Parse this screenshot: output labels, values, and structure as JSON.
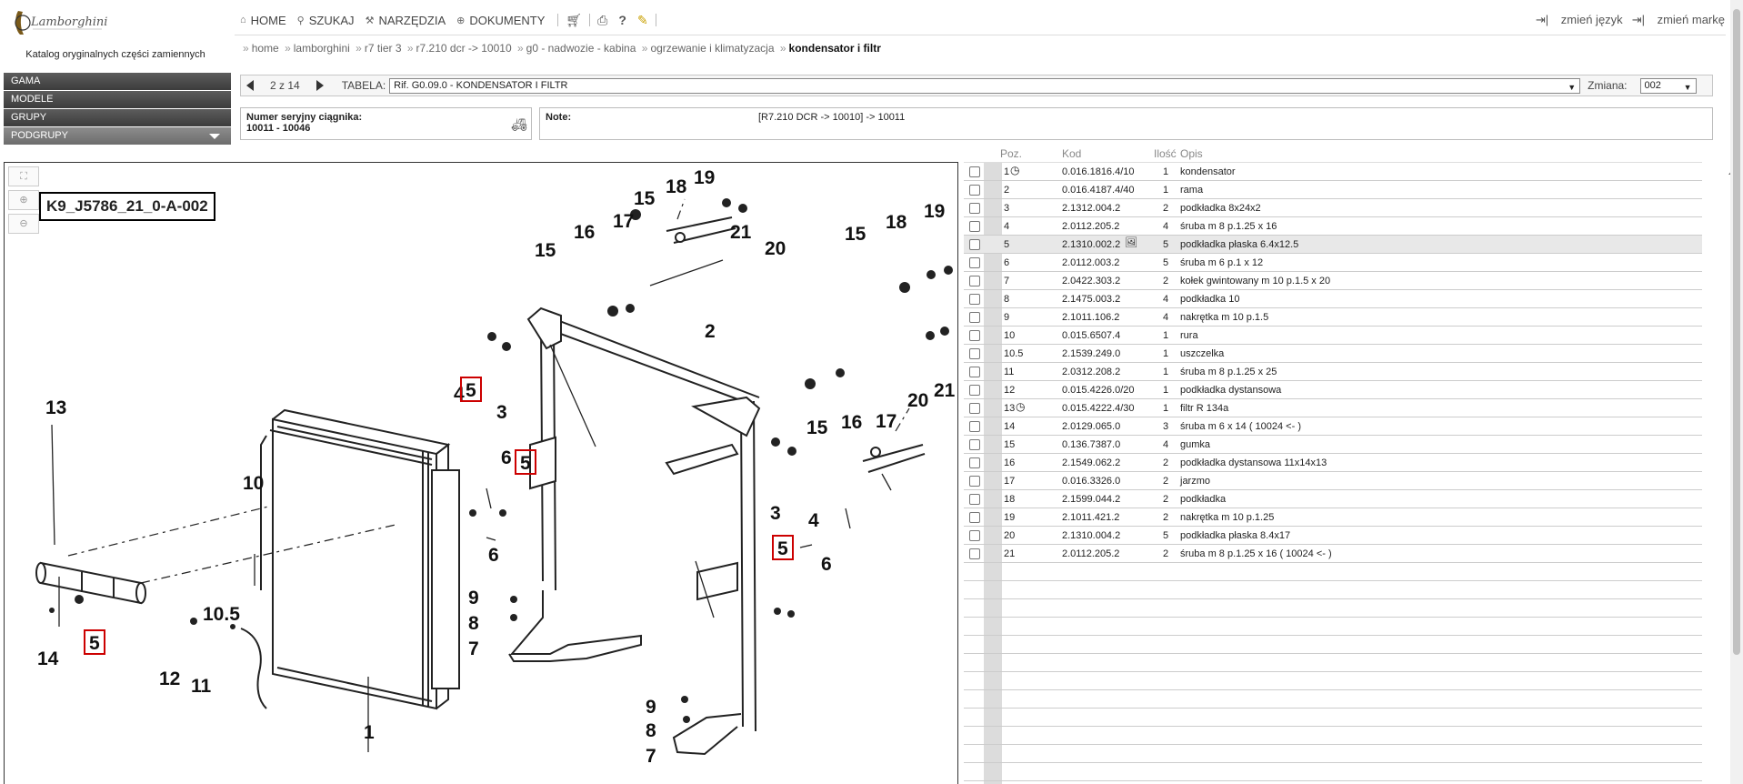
{
  "logo_text": "Lamborghini",
  "catalog_title": "Katalog oryginalnych części zamiennych",
  "leftnav": [
    "GAMA",
    "MODELE",
    "GRUPY",
    "PODGRUPY"
  ],
  "menu": {
    "home": "HOME",
    "szukaj": "SZUKAJ",
    "narzedzia": "NARZĘDZIA",
    "dokumenty": "DOKUMENTY"
  },
  "toplinks": {
    "lang": "zmień język",
    "brand": "zmień markę"
  },
  "breadcrumb": [
    "home",
    "lamborghini",
    "r7 tier 3",
    "r7.210 dcr -> 10010",
    "g0 - nadwozie - kabina",
    "ogrzewanie i klimatyzacja",
    "kondensator i filtr"
  ],
  "tablebar": {
    "pager": "2 z 14",
    "tabela_label": "TABELA:",
    "tabela_value": "Rif. G0.09.0 - KONDENSATOR I FILTR",
    "zmiana_label": "Zmiana:",
    "zmiana_value": "002"
  },
  "serial": {
    "label": "Numer seryjny ciągnika:",
    "value": "10011 - 10046"
  },
  "note": {
    "label": "Note:",
    "value": "[R7.210 DCR -> 10010] -> 10011"
  },
  "drawing": {
    "code": "K9_J5786_21_0-A-002",
    "callouts": [
      "1",
      "2",
      "3",
      "3",
      "4",
      "4",
      "5",
      "5",
      "5",
      "5",
      "6",
      "6",
      "6",
      "7",
      "7",
      "8",
      "8",
      "9",
      "9",
      "10",
      "10.5",
      "11",
      "12",
      "13",
      "14",
      "15",
      "15",
      "15",
      "15",
      "16",
      "16",
      "17",
      "17",
      "18",
      "18",
      "19",
      "19",
      "20",
      "20",
      "21",
      "21"
    ]
  },
  "parts": {
    "headers": {
      "poz": "Poz.",
      "kod": "Kod",
      "ilosc": "Ilość",
      "opis": "Opis"
    },
    "rows": [
      {
        "poz": "1",
        "kod": "0.016.1816.4/10",
        "ilosc": "1",
        "opis": "kondensator",
        "clock": true
      },
      {
        "poz": "2",
        "kod": "0.016.4187.4/40",
        "ilosc": "1",
        "opis": "rama"
      },
      {
        "poz": "3",
        "kod": "2.1312.004.2",
        "ilosc": "2",
        "opis": "podkładka 8x24x2"
      },
      {
        "poz": "4",
        "kod": "2.0112.205.2",
        "ilosc": "4",
        "opis": "śruba m 8 p.1.25 x 16"
      },
      {
        "poz": "5",
        "kod": "2.1310.002.2",
        "ilosc": "5",
        "opis": "podkładka płaska 6.4x12.5",
        "pic": true,
        "highlight": true
      },
      {
        "poz": "6",
        "kod": "2.0112.003.2",
        "ilosc": "5",
        "opis": "śruba m 6 p.1 x 12"
      },
      {
        "poz": "7",
        "kod": "2.0422.303.2",
        "ilosc": "2",
        "opis": "kołek gwintowany m 10 p.1.5 x 20"
      },
      {
        "poz": "8",
        "kod": "2.1475.003.2",
        "ilosc": "4",
        "opis": "podkładka 10"
      },
      {
        "poz": "9",
        "kod": "2.1011.106.2",
        "ilosc": "4",
        "opis": "nakrętka m 10 p.1.5"
      },
      {
        "poz": "10",
        "kod": "0.015.6507.4",
        "ilosc": "1",
        "opis": "rura"
      },
      {
        "poz": "10.5",
        "kod": "2.1539.249.0",
        "ilosc": "1",
        "opis": "uszczelka"
      },
      {
        "poz": "11",
        "kod": "2.0312.208.2",
        "ilosc": "1",
        "opis": "śruba m 8 p.1.25 x 25"
      },
      {
        "poz": "12",
        "kod": "0.015.4226.0/20",
        "ilosc": "1",
        "opis": "podkładka dystansowa"
      },
      {
        "poz": "13",
        "kod": "0.015.4222.4/30",
        "ilosc": "1",
        "opis": "filtr R 134a",
        "clock": true
      },
      {
        "poz": "14",
        "kod": "2.0129.065.0",
        "ilosc": "3",
        "opis": "śruba m 6 x 14 ( 10024 <- )"
      },
      {
        "poz": "15",
        "kod": "0.136.7387.0",
        "ilosc": "4",
        "opis": "gumka"
      },
      {
        "poz": "16",
        "kod": "2.1549.062.2",
        "ilosc": "2",
        "opis": "podkładka dystansowa 11x14x13"
      },
      {
        "poz": "17",
        "kod": "0.016.3326.0",
        "ilosc": "2",
        "opis": "jarzmo"
      },
      {
        "poz": "18",
        "kod": "2.1599.044.2",
        "ilosc": "2",
        "opis": "podkładka"
      },
      {
        "poz": "19",
        "kod": "2.1011.421.2",
        "ilosc": "2",
        "opis": "nakrętka m 10 p.1.25"
      },
      {
        "poz": "20",
        "kod": "2.1310.004.2",
        "ilosc": "5",
        "opis": "podkładka płaska 8.4x17"
      },
      {
        "poz": "21",
        "kod": "2.0112.205.2",
        "ilosc": "2",
        "opis": "śruba m 8 p.1.25 x 16 ( 10024 <- )"
      }
    ]
  },
  "colors": {
    "nav_dark": "#4a4a4a",
    "nav_light": "#7d7d7d",
    "callout_highlight": "#cc0000",
    "row_highlight": "#e8e8e8"
  }
}
